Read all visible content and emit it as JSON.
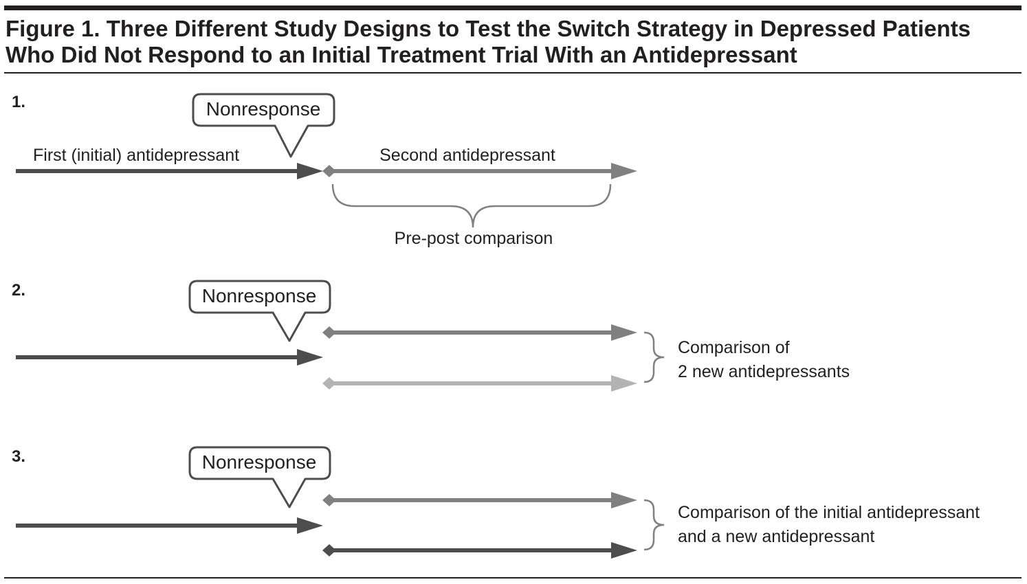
{
  "figure": {
    "title_line1": "Figure 1. Three Different Study Designs to Test the Switch Strategy in Depressed Patients",
    "title_line2": "Who Did Not Respond to an Initial Treatment Trial With an Antidepressant"
  },
  "panels": [
    {
      "number": "1.",
      "bubble": "Nonresponse",
      "first_label": "First (initial) antidepressant",
      "second_label": "Second antidepressant",
      "comparison": "Pre-post comparison"
    },
    {
      "number": "2.",
      "bubble": "Nonresponse",
      "comparison_line1": "Comparison of",
      "comparison_line2": "2 new antidepressants"
    },
    {
      "number": "3.",
      "bubble": "Nonresponse",
      "comparison_line1": "Comparison of the initial antidepressant",
      "comparison_line2": "and a new antidepressant"
    }
  ],
  "colors": {
    "dark_arrow": "#4d4d4d",
    "mid_arrow": "#808080",
    "light_arrow": "#b3b3b3",
    "rule": "#231f20"
  }
}
